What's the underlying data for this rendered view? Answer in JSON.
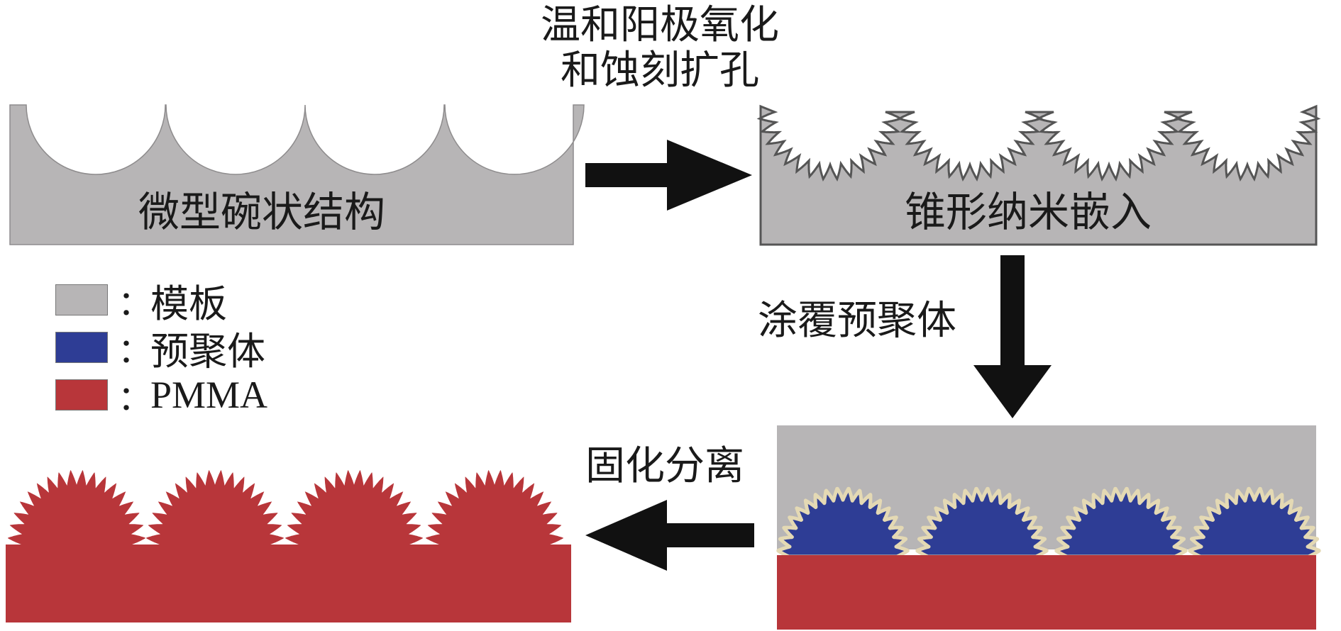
{
  "panels": {
    "bowl_template": {
      "label": "微型碗状结构"
    },
    "nano_cone_template": {
      "label": "锥形纳米嵌入"
    }
  },
  "steps": {
    "anodize": {
      "line1": "温和阳极氧化",
      "line2": "和蚀刻扩孔"
    },
    "coat": {
      "label": "涂覆预聚体"
    },
    "cure": {
      "label": "固化分离"
    }
  },
  "legend": [
    {
      "swatch_color": "#b7b5b6",
      "colon": "：",
      "label": "模板"
    },
    {
      "swatch_color": "#2e3d95",
      "colon": "：",
      "label": "预聚体"
    },
    {
      "swatch_color": "#b8363a",
      "colon": "：",
      "label": "PMMA"
    }
  ],
  "colors": {
    "template": "#b7b5b6",
    "prepolymer": "#2e3d95",
    "pmma": "#b8363a",
    "arrow": "#111111"
  }
}
